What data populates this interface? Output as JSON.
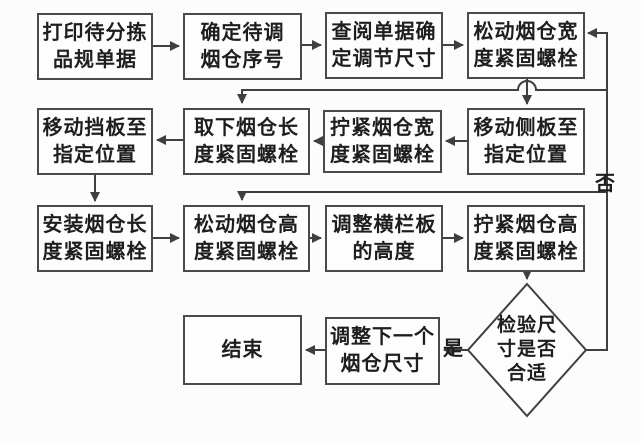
{
  "diagram_type": "flowchart",
  "labels": {
    "yes": "是",
    "no": "否"
  },
  "nodes": {
    "print_doc": {
      "line1": "打印待分拣",
      "line2": "品规单据"
    },
    "confirm_bin_no": {
      "line1": "确定待调",
      "line2": "烟仓序号"
    },
    "check_doc_size": {
      "line1": "查阅单据确",
      "line2": "定调节尺寸"
    },
    "loosen_width_bolt": {
      "line1": "松动烟仓宽",
      "line2": "度紧固螺栓"
    },
    "move_baffle": {
      "line1": "移动挡板至",
      "line2": "指定位置"
    },
    "remove_length_bolt": {
      "line1": "取下烟仓长",
      "line2": "度紧固螺栓"
    },
    "tighten_width_bolt": {
      "line1": "拧紧烟仓宽",
      "line2": "度紧固螺栓"
    },
    "move_side_plate": {
      "line1": "移动侧板至",
      "line2": "指定位置"
    },
    "install_length_bolt": {
      "line1": "安装烟仓长",
      "line2": "度紧固螺栓"
    },
    "loosen_height_bolt": {
      "line1": "松动烟仓高",
      "line2": "度紧固螺栓"
    },
    "adjust_rail_height": {
      "line1": "调整横栏板",
      "line2": "的高度"
    },
    "tighten_height_bolt": {
      "line1": "拧紧烟仓高",
      "line2": "度紧固螺栓"
    },
    "check_size_ok": {
      "line1": "检验尺",
      "line2": "寸是否",
      "line3": "合适"
    },
    "adjust_next_bin": {
      "line1": "调整下一个",
      "line2": "烟仓尺寸"
    },
    "end": {
      "line1": "结束"
    }
  },
  "edges": [
    {
      "from": "print_doc",
      "to": "confirm_bin_no",
      "label": ""
    },
    {
      "from": "confirm_bin_no",
      "to": "check_doc_size",
      "label": ""
    },
    {
      "from": "check_doc_size",
      "to": "loosen_width_bolt",
      "label": ""
    },
    {
      "from": "loosen_width_bolt",
      "to": "move_side_plate",
      "label": ""
    },
    {
      "from": "move_side_plate",
      "to": "tighten_width_bolt",
      "label": ""
    },
    {
      "from": "tighten_width_bolt",
      "to": "remove_length_bolt",
      "label": ""
    },
    {
      "from": "remove_length_bolt",
      "to": "move_baffle",
      "label": ""
    },
    {
      "from": "move_baffle",
      "to": "install_length_bolt",
      "label": ""
    },
    {
      "from": "install_length_bolt",
      "to": "loosen_height_bolt",
      "label": ""
    },
    {
      "from": "loosen_height_bolt",
      "to": "adjust_rail_height",
      "label": ""
    },
    {
      "from": "adjust_rail_height",
      "to": "tighten_height_bolt",
      "label": ""
    },
    {
      "from": "tighten_height_bolt",
      "to": "check_size_ok",
      "label": ""
    },
    {
      "from": "check_size_ok",
      "to": "adjust_next_bin",
      "label": "是"
    },
    {
      "from": "adjust_next_bin",
      "to": "end",
      "label": ""
    },
    {
      "from": "check_size_ok",
      "to": "loosen_width_bolt",
      "label": "否"
    },
    {
      "from": "check_size_ok",
      "to": "remove_length_bolt",
      "label": "否"
    },
    {
      "from": "check_size_ok",
      "to": "loosen_height_bolt",
      "label": "否"
    }
  ],
  "colors": {
    "line": "#3f3f3f",
    "box_border": "#4a4a4a",
    "text": "#1e1e1e",
    "background": "#fcfcfc"
  }
}
